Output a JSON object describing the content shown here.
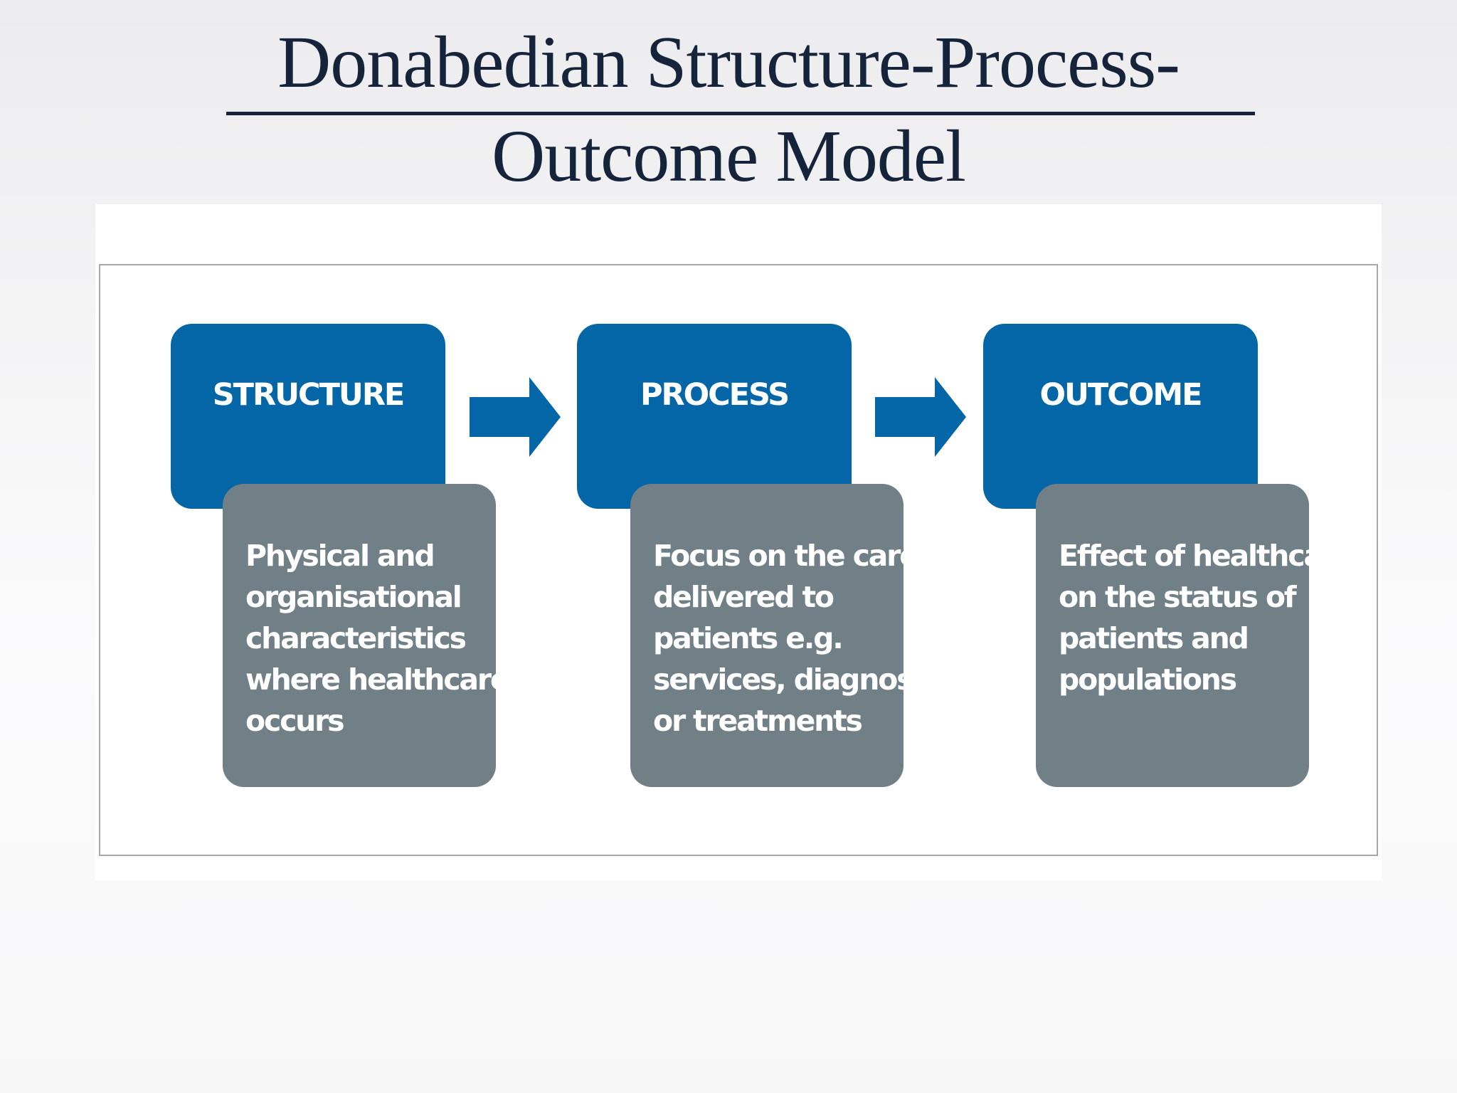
{
  "slide": {
    "title_lines": [
      "Donabedian Structure-Process-",
      "Outcome Model"
    ]
  },
  "diagram": {
    "colors": {
      "header_fill": "#0466a7",
      "description_fill": "#717f87",
      "arrow_fill": "#0466a7",
      "text": "#ffffff"
    },
    "stages": [
      {
        "label": "STRUCTURE",
        "description_lines": [
          "Physical and",
          "organisational",
          "characteristics",
          "where healthcare",
          "occurs"
        ]
      },
      {
        "label": "PROCESS",
        "description_lines": [
          "Focus on the care",
          "delivered to",
          "patients e.g.",
          "services, diagnostics",
          "or treatments"
        ]
      },
      {
        "label": "OUTCOME",
        "description_lines": [
          "Effect of healthcare",
          "on the status of",
          "patients and",
          "populations"
        ]
      }
    ],
    "connectors": [
      "right-arrow-icon",
      "right-arrow-icon"
    ]
  }
}
